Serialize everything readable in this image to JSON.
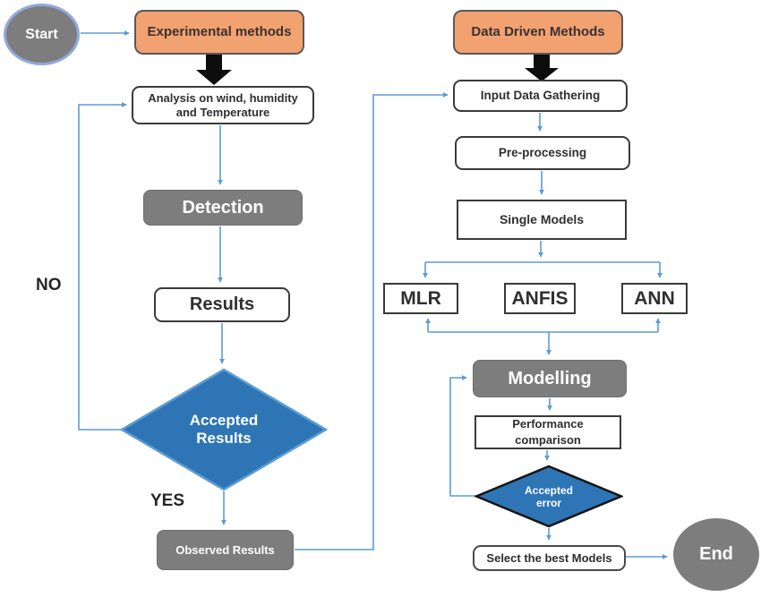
{
  "diagram": {
    "left": {
      "start": "Start",
      "header": "Experimental methods",
      "analysis": "Analysis on wind, humidity and Temperature",
      "detection": "Detection",
      "results": "Results",
      "decision_line1": "Accepted",
      "decision_line2": "Results",
      "no": "NO",
      "yes": "YES",
      "observed": "Observed Results"
    },
    "right": {
      "header": "Data Driven Methods",
      "input": "Input Data Gathering",
      "preprocessing": "Pre-processing",
      "single_models": "Single Models",
      "models": [
        "MLR",
        "ANFIS",
        "ANN"
      ],
      "modelling": "Modelling",
      "performance": "Performance comparison",
      "decision_line1": "Accepted",
      "decision_line2": "error",
      "select": "Select the best Models",
      "end": "End"
    },
    "colors": {
      "header_fill": "#f2a171",
      "header_border": "#595959",
      "gray_node": "#7d7d7d",
      "diamond_fill": "#2e75b6",
      "diamond1_border": "#5b9bd5",
      "diamond2_border": "#141414",
      "connector_blue": "#5b9bd5",
      "box_border": "#3a3a3a",
      "start_ring": "#8faadc",
      "black_arrow": "#0d0d0d"
    }
  }
}
